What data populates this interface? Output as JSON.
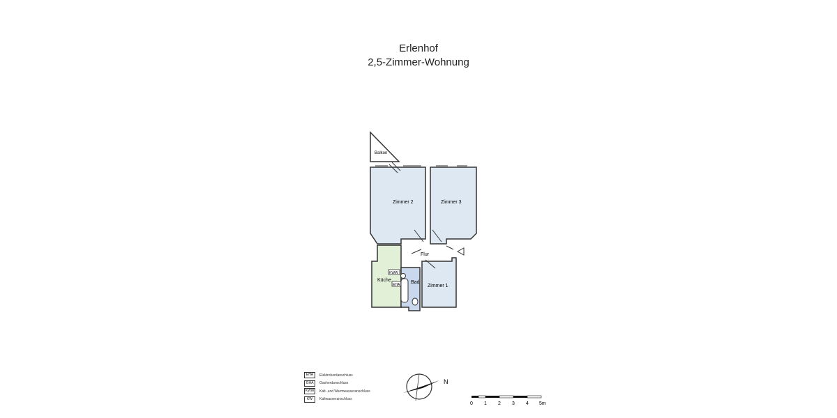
{
  "header": {
    "title": "Erlenhof",
    "subtitle": "2,5-Zimmer-Wohnung"
  },
  "rooms": {
    "balkon": "Balkon",
    "zimmer2": "Zimmer 2",
    "zimmer3": "Zimmer 3",
    "flur": "Flur",
    "kueche": "Küche",
    "bad": "Bad",
    "zimmer1": "Zimmer 1"
  },
  "fixture_codes": {
    "kww": "KWW",
    "eha": "EHA"
  },
  "legend": [
    {
      "code": "EHA",
      "text": "Elektroherdanschluss"
    },
    {
      "code": "GHA",
      "text": "Gasherdanschluss"
    },
    {
      "code": "KWW",
      "text": "Kalt- und Warmwasseranschluss"
    },
    {
      "code": "KW",
      "text": "Kaltwasseranschluss"
    }
  ],
  "compass": {
    "label": "N"
  },
  "scale_bar": {
    "ticks": [
      "0",
      "1",
      "2",
      "3",
      "4",
      "5m"
    ]
  },
  "colors": {
    "room_blue": "#dde8f2",
    "kitchen_green": "#e2f0d8",
    "bath_blue": "#c9d8ec",
    "wall": "#333333"
  }
}
